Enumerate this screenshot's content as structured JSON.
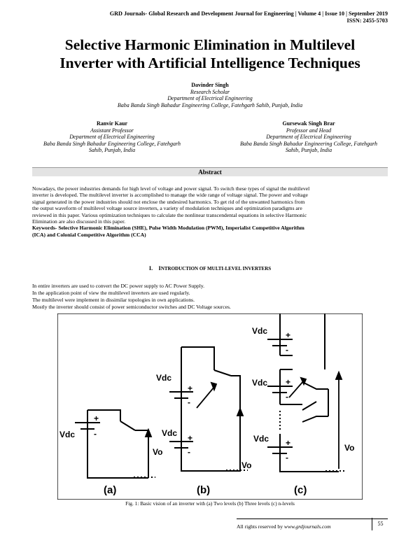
{
  "header": {
    "journal": "GRD Journals- Global Research and Development Journal for Engineering | Volume 4 | Issue 10 | September 2019",
    "issn": "ISSN: 2455-5703"
  },
  "title": {
    "line1": "Selective Harmonic Elimination in Multilevel",
    "line2": "Inverter with Artificial Intelligence Techniques"
  },
  "author1": {
    "name": "Davinder Singh",
    "role": "Research Scholar",
    "dept": "Department of Electrical Engineering",
    "college": "Baba Banda Singh Bahadur Engineering College, Fatehgarh Sahib, Punjab, India"
  },
  "author2": {
    "name": "Ranvir Kaur",
    "role": "Assistant Professor",
    "dept": "Department of Electrical Engineering",
    "college1": "Baba Banda Singh Bahadur Engineering College, Fatehgarh",
    "college2": "Sahib, Punjab, India"
  },
  "author3": {
    "name": "Gursewak Singh Brar",
    "role": "Professor and Head",
    "dept": "Department of Electrical Engineering",
    "college1": "Baba Banda Singh Bahadur Engineering College, Fatehgarh",
    "college2": "Sahib, Punjab, India"
  },
  "abstract": {
    "heading": "Abstract",
    "lines": [
      "Nowadays, the power industries demands for high level of voltage and power signal. To switch these types of signal the multilevel",
      "inverter is developed. The multilevel inverter is accomplished to manage the wide range of voltage signal. The power and voltage",
      "signal generated in the power industries should not enclose the undesired harmonics. To get rid of the unwanted harmonics from",
      "the output waveform of multilevel voltage source inverters, a variety of modulation techniques and optimization paradigms are",
      "reviewed in this paper. Various optimization techniques to calculate the nonlinear transcendental equations in selective Harmonic",
      "Elimination are also discussed in this paper."
    ],
    "keywords_line1": "Keywords- Selective Harmonic Elimination (SHE), Pulse Width Modulation (PWM), Imperialist Competitive Algorithm",
    "keywords_line2": "(ICA) and Colonial Competitive Algorithm (CCA)"
  },
  "section1": {
    "number": "I.",
    "first_letter": "I",
    "rest": "NTRODUCTION OF  MULTI-LEVEL INVERTERS",
    "lines": [
      "In entire inverters are used to convert the DC power supply to AC Power Supply.",
      "In the application point of view the multilevel inverters are used regularly.",
      "The multilevel were implement in dissimilar topologies in own applications.",
      "Mostly the inverter should consist of power semiconductor switches and DC Voltage sources."
    ]
  },
  "figure": {
    "source_label": "Vdc",
    "output_label": "Vo",
    "plus": "+",
    "minus": "-",
    "label_a": "(a)",
    "label_b": "(b)",
    "label_c": "(c)",
    "caption": "Fig. 1: Basic vision of an inverter with (a) Two levels (b) Three levels (c) n-levels"
  },
  "footer": {
    "rights_prefix": "All rights reserved by ",
    "site": "www.grdjournals.com",
    "page": "55"
  }
}
